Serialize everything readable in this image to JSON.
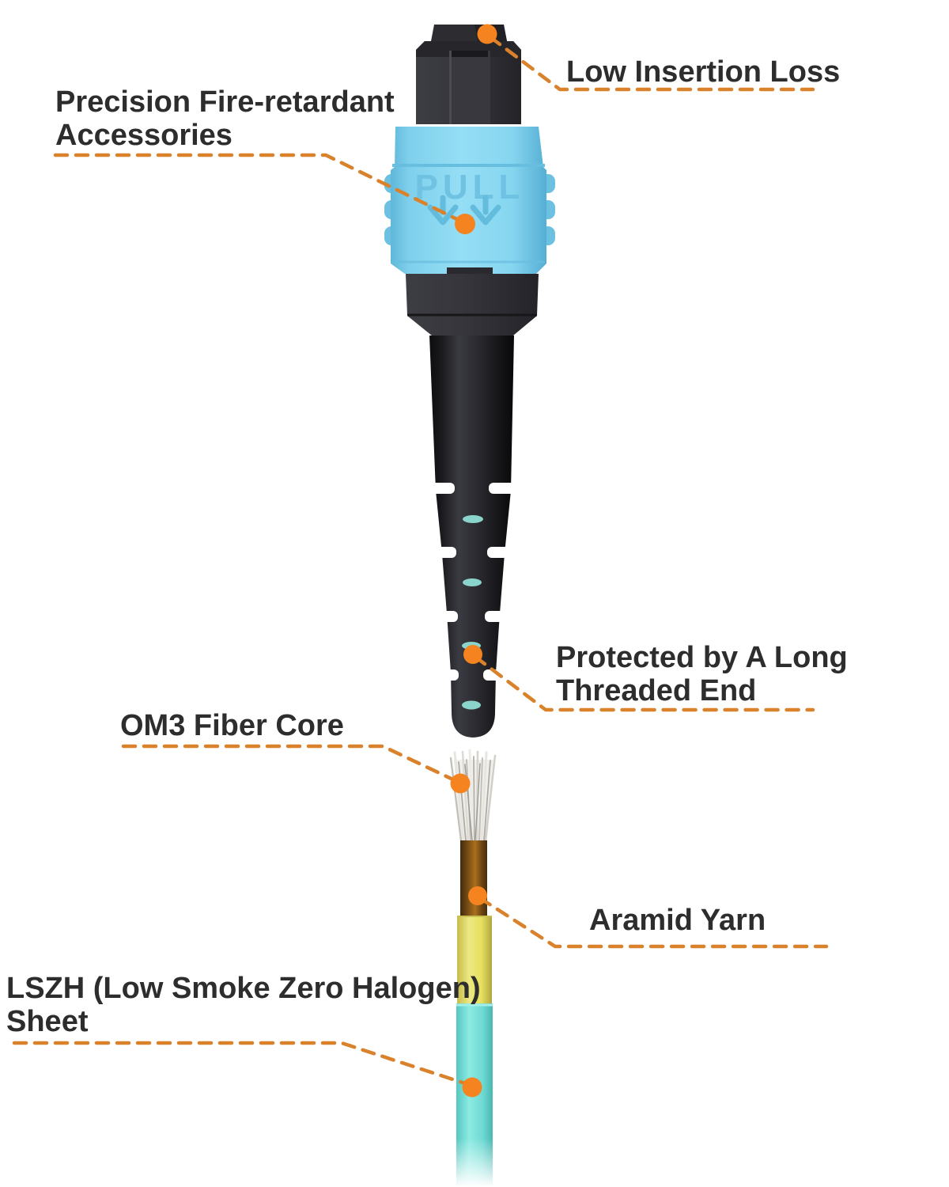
{
  "diagram": {
    "subject": "MPO fiber optic cable connector anatomy",
    "connector": {
      "pull_label": "PULL"
    },
    "callouts": [
      {
        "id": "low-insertion-loss",
        "label": "Low Insertion Loss"
      },
      {
        "id": "precision-accessories",
        "label": "Precision Fire-retardant Accessories"
      },
      {
        "id": "threaded-end",
        "label": "Protected by A Long Threaded End"
      },
      {
        "id": "om3-fiber-core",
        "label": "OM3 Fiber Core"
      },
      {
        "id": "aramid-yarn",
        "label": "Aramid Yarn"
      },
      {
        "id": "lszh-sheet",
        "label": "LSZH (Low Smoke Zero Halogen) Sheet"
      }
    ],
    "colors": {
      "accent_dot_orange": "#F5831F",
      "leader_dash_orange": "#D9822B",
      "label_text": "#2D2D2D",
      "boot_blue": "#8FD9F0",
      "connector_black": "#333338",
      "teal_accent": "#8AD4CB",
      "fiber_core_white": "#EFEEEA",
      "aramid_brown": "#9A671F",
      "inner_layer_yellow": "#E8E27C",
      "lszh_jacket_aqua": "#7ADFD8",
      "background": "#FFFFFF"
    }
  }
}
